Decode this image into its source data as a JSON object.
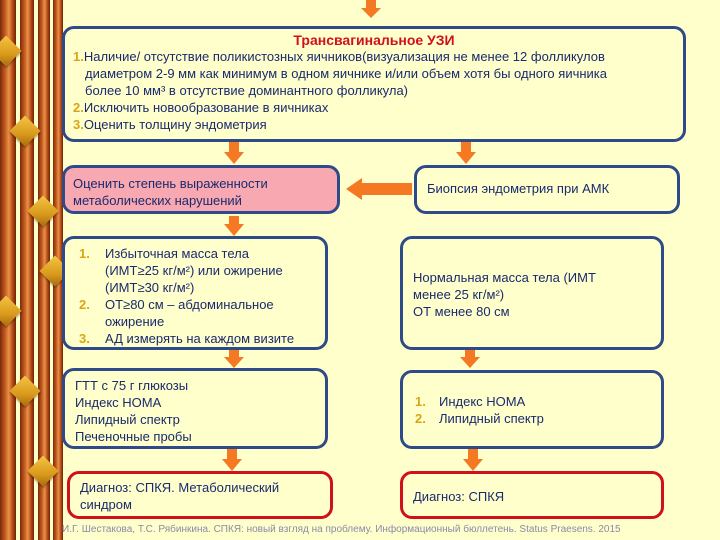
{
  "top_box": {
    "title": "Трансвагинальное УЗИ",
    "items": [
      {
        "num": "1.",
        "text": "Наличие/ отсутствие поликистозных яичников(визуализация не менее 12 фолликулов"
      },
      {
        "num": "",
        "text": "диаметром 2-9 мм как минимум в одном яичнике и/или объем хотя бы одного яичника"
      },
      {
        "num": "",
        "text": "более 10 мм³ в отсутствие доминантного фолликула)"
      },
      {
        "num": "2.",
        "text": "Исключить новообразование в яичниках"
      },
      {
        "num": "3.",
        "text": "Оценить толщину эндометрия"
      }
    ]
  },
  "left_assess": {
    "line1": "Оценить степень выраженности",
    "line2": "метаболических нарушений"
  },
  "right_biopsy": {
    "text": "Биопсия эндометрия при АМК"
  },
  "left_criteria": {
    "items": [
      {
        "num": "1.",
        "lines": [
          "Избыточная масса тела",
          "(ИМТ≥25 кг/м²) или ожирение",
          "(ИМТ≥30 кг/м²)"
        ]
      },
      {
        "num": "2.",
        "lines": [
          "ОТ≥80 см – абдоминальное",
          "ожирение"
        ]
      },
      {
        "num": "3.",
        "lines": [
          "АД измерять на каждом визите"
        ]
      }
    ]
  },
  "right_criteria": {
    "lines": [
      "Нормальная масса тела (ИМТ",
      "менее 25 кг/м²)",
      "ОТ менее 80 см"
    ]
  },
  "left_tests": {
    "lines": [
      "ГТТ с 75 г глюкозы",
      "Индекс HOMA",
      "Липидный спектр",
      "Печеночные пробы"
    ]
  },
  "right_tests": {
    "items": [
      {
        "num": "1.",
        "text": "Индекс HOMA"
      },
      {
        "num": "2.",
        "text": "Липидный спектр"
      }
    ]
  },
  "left_diag": {
    "line1": "Диагноз: СПКЯ. Метаболический",
    "line2": "синдром"
  },
  "right_diag": {
    "text": "Диагноз: СПКЯ"
  },
  "footer": "И.Г. Шестакова, Т.С. Рябинкина. СПКЯ: новый взгляд на проблему. Информационный бюллетень. Status Praesens. 2015",
  "colors": {
    "background": "#ffffcc",
    "box_border": "#2e4a88",
    "diag_border": "#d0101a",
    "arrow": "#f47922",
    "title": "#d0101a",
    "pink_fill": "#f7a8b0"
  }
}
